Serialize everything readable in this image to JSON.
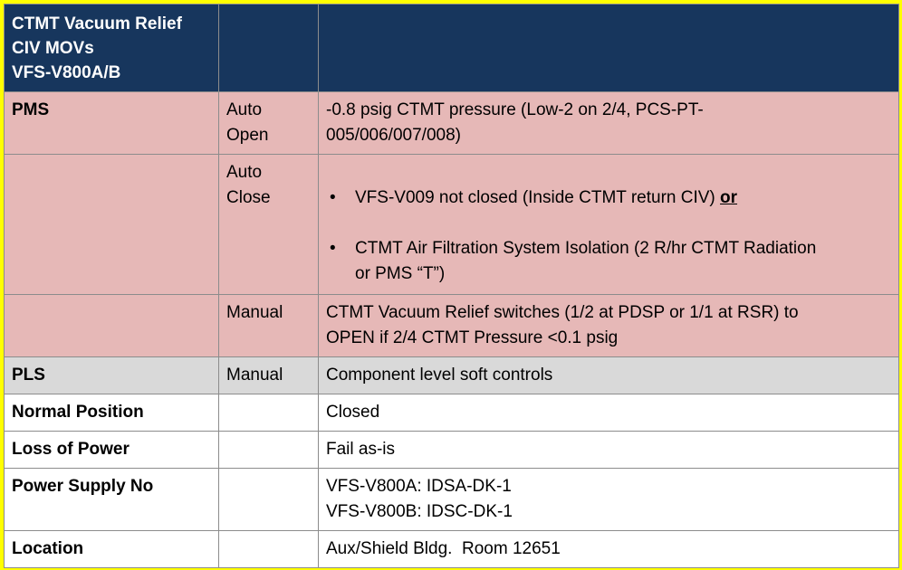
{
  "header": {
    "title_lines": [
      "CTMT Vacuum Relief",
      "CIV MOVs",
      "VFS-V800A/B"
    ],
    "col2": "",
    "col3": ""
  },
  "pms": {
    "label": "PMS",
    "auto_open": {
      "mode_lines": [
        "Auto",
        "Open"
      ],
      "text_line1": "-0.8 psig CTMT pressure (Low-2 on 2/4, PCS-PT-",
      "text_line2": "005/006/007/008)"
    },
    "auto_close": {
      "mode_lines": [
        "Auto",
        "Close"
      ],
      "bullet_glyph": "•",
      "bullet1_text": "VFS-V009 not closed (Inside CTMT return CIV) ",
      "bullet1_or": "or",
      "bullet2_line1": "CTMT Air Filtration System Isolation (2 R/hr CTMT Radiation",
      "bullet2_line2": "or PMS “T”)"
    },
    "manual": {
      "mode": "Manual",
      "text_line1": "CTMT Vacuum Relief switches (1/2 at PDSP or 1/1 at RSR) to",
      "text_line2": "OPEN if 2/4 CTMT Pressure <0.1 psig"
    }
  },
  "pls": {
    "label": "PLS",
    "mode": "Manual",
    "text": "Component level soft controls"
  },
  "normal_position": {
    "label": "Normal Position",
    "value": "Closed"
  },
  "loss_of_power": {
    "label": "Loss of Power",
    "value": "Fail as-is"
  },
  "power_supply": {
    "label": "Power Supply No",
    "value_line1": "VFS-V800A: IDSA-DK-1",
    "value_line2": "VFS-V800B: IDSC-DK-1"
  },
  "location": {
    "label": "Location",
    "value": "Aux/Shield Bldg.  Room 12651"
  },
  "colors": {
    "frame": "#ffff00",
    "header_bg": "#17365d",
    "pms_bg": "#e6b8b7",
    "pls_bg": "#d9d9d9",
    "plain_bg": "#ffffff",
    "grid": "#8c8c8c"
  }
}
